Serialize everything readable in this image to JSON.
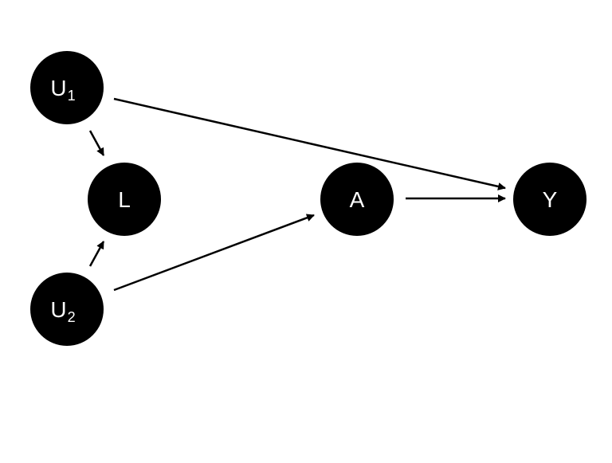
{
  "diagram": {
    "colors": {
      "node_fill": "#000000",
      "label": "#ffffff",
      "edge": "#000000",
      "background": "#ffffff"
    },
    "nodes": {
      "u1": {
        "label": "U",
        "subscript": "1"
      },
      "u2": {
        "label": "U",
        "subscript": "2"
      },
      "l": {
        "label": "L"
      },
      "a": {
        "label": "A"
      },
      "y": {
        "label": "Y"
      }
    },
    "edges": [
      {
        "from": "U1",
        "to": "L"
      },
      {
        "from": "U2",
        "to": "L"
      },
      {
        "from": "U1",
        "to": "Y"
      },
      {
        "from": "U2",
        "to": "A"
      },
      {
        "from": "A",
        "to": "Y"
      }
    ]
  }
}
